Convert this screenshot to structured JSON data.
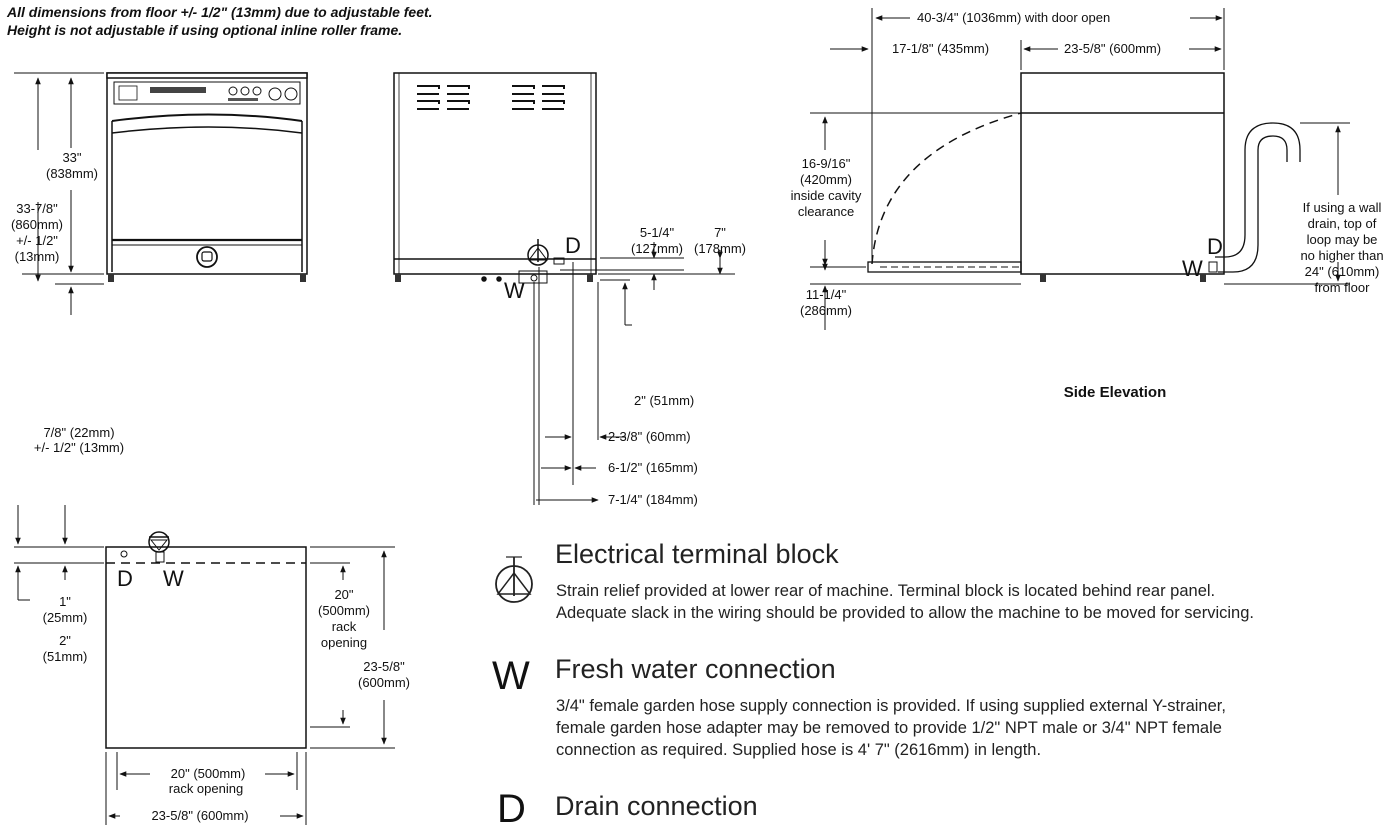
{
  "header": {
    "note_line1": "All dimensions from floor +/- 1/2\" (13mm) due to adjustable feet.",
    "note_line2": "Height is not adjustable if using optional inline roller frame."
  },
  "front_view": {
    "dim_33": "33\"",
    "dim_33_mm": "(838mm)",
    "dim_total_in": "33-7/8\"",
    "dim_total_mm": "(860mm)",
    "dim_total_tol": "+/- 1/2\"",
    "dim_total_tol_mm": "(13mm)",
    "dim_feet_in": "7/8\" (22mm)",
    "dim_feet_tol": "+/- 1/2\" (13mm)"
  },
  "rear_view": {
    "d1_in": "5-1/4\"",
    "d1_mm": "(127mm)",
    "d2_in": "7\"",
    "d2_mm": "(178mm)",
    "d3": "2\" (51mm)",
    "d4": "2-3/8\" (60mm)",
    "d5": "6-1/2\" (165mm)",
    "d6": "7-1/4\" (184mm)"
  },
  "side_view": {
    "overall": "40-3/4\" (1036mm) with door open",
    "door": "17-1/8\" (435mm)",
    "depth": "23-5/8\" (600mm)",
    "cavity_in": "16-9/16\"",
    "cavity_mm": "(420mm)",
    "cavity_l1": "inside cavity",
    "cavity_l2": "clearance",
    "base_in": "11-1/4\"",
    "base_mm": "(286mm)",
    "wall_note": [
      "If using a wall",
      "drain, top of",
      "loop may be",
      "no higher than",
      "24\" (610mm)",
      "from floor"
    ],
    "caption": "Side Elevation"
  },
  "top_view": {
    "d1_in": "1\"",
    "d1_mm": "(25mm)",
    "d2_in": "2\"",
    "d2_mm": "(51mm)",
    "rack_in": "20\"",
    "rack_mm": "(500mm)",
    "rack_l1": "rack",
    "rack_l2": "opening",
    "depth_in": "23-5/8\"",
    "depth_mm": "(600mm)",
    "width_rack": "20\" (500mm)",
    "width_rack_l": "rack opening",
    "width": "23-5/8\" (600mm)"
  },
  "symbols": {
    "drain": "D",
    "water": "W"
  },
  "legend": {
    "electrical_title": "Electrical terminal block",
    "electrical_desc": [
      "Strain relief provided at lower rear of machine. Terminal block is located behind rear panel.",
      "Adequate slack in the wiring should be provided to allow the machine to be moved for servicing."
    ],
    "water_title": "Fresh water connection",
    "water_desc": [
      "3/4\" female garden hose supply connection is provided. If using supplied external Y-strainer,",
      "female garden hose adapter may be removed to provide 1/2\" NPT male or 3/4\" NPT female",
      "connection as required. Supplied hose is 4' 7\" (2616mm) in length."
    ],
    "drain_title": "Drain connection"
  }
}
